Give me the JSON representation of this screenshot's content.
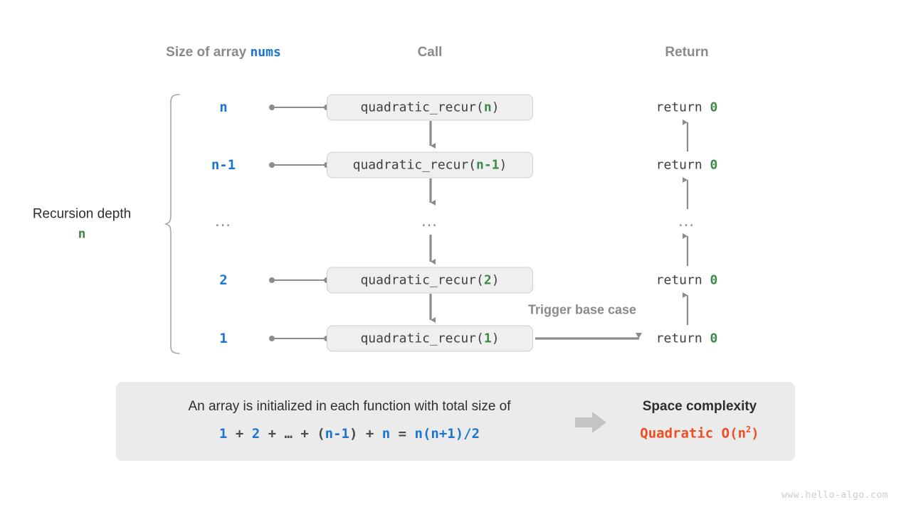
{
  "headers": {
    "size": {
      "prefix": "Size of array ",
      "code": "nums"
    },
    "call": "Call",
    "return": "Return"
  },
  "depth": {
    "label": "Recursion depth",
    "value": "n"
  },
  "rows": [
    {
      "size": "n",
      "call_prefix": "quadratic_recur(",
      "call_arg": "n",
      "call_suffix": ")",
      "return": "return ",
      "return_value": "0"
    },
    {
      "size": "n-1",
      "call_prefix": "quadratic_recur(",
      "call_arg": "n-1",
      "call_suffix": ")",
      "return": "return ",
      "return_value": "0"
    },
    {
      "size": "…",
      "call_prefix": "…",
      "call_arg": "",
      "call_suffix": "",
      "return": "…",
      "return_value": ""
    },
    {
      "size": "2",
      "call_prefix": "quadratic_recur(",
      "call_arg": "2",
      "call_suffix": ")",
      "return": "return ",
      "return_value": "0"
    },
    {
      "size": "1",
      "call_prefix": "quadratic_recur(",
      "call_arg": "1",
      "call_suffix": ")",
      "return": "return ",
      "return_value": "0"
    }
  ],
  "annotations": {
    "trigger_base_case": "Trigger base case"
  },
  "summary": {
    "description": "An array is initialized in each function with total size of",
    "formula": "1 + 2 + … + (n-1) + n = n(n+1)/2",
    "complexity_title": "Space complexity",
    "complexity_value": "Quadratic  O(n",
    "complexity_exp": "2",
    "complexity_tail": ")"
  },
  "watermark": "www.hello-algo.com",
  "colors": {
    "blue": "#1a76d2",
    "green": "#3d8a47",
    "orange": "#f04e22",
    "gray_header": "#8a8a8a",
    "box_fill": "#efefef",
    "box_border": "#cfcfcf",
    "panel_fill": "#ebebeb",
    "line": "#8c8c8c"
  }
}
